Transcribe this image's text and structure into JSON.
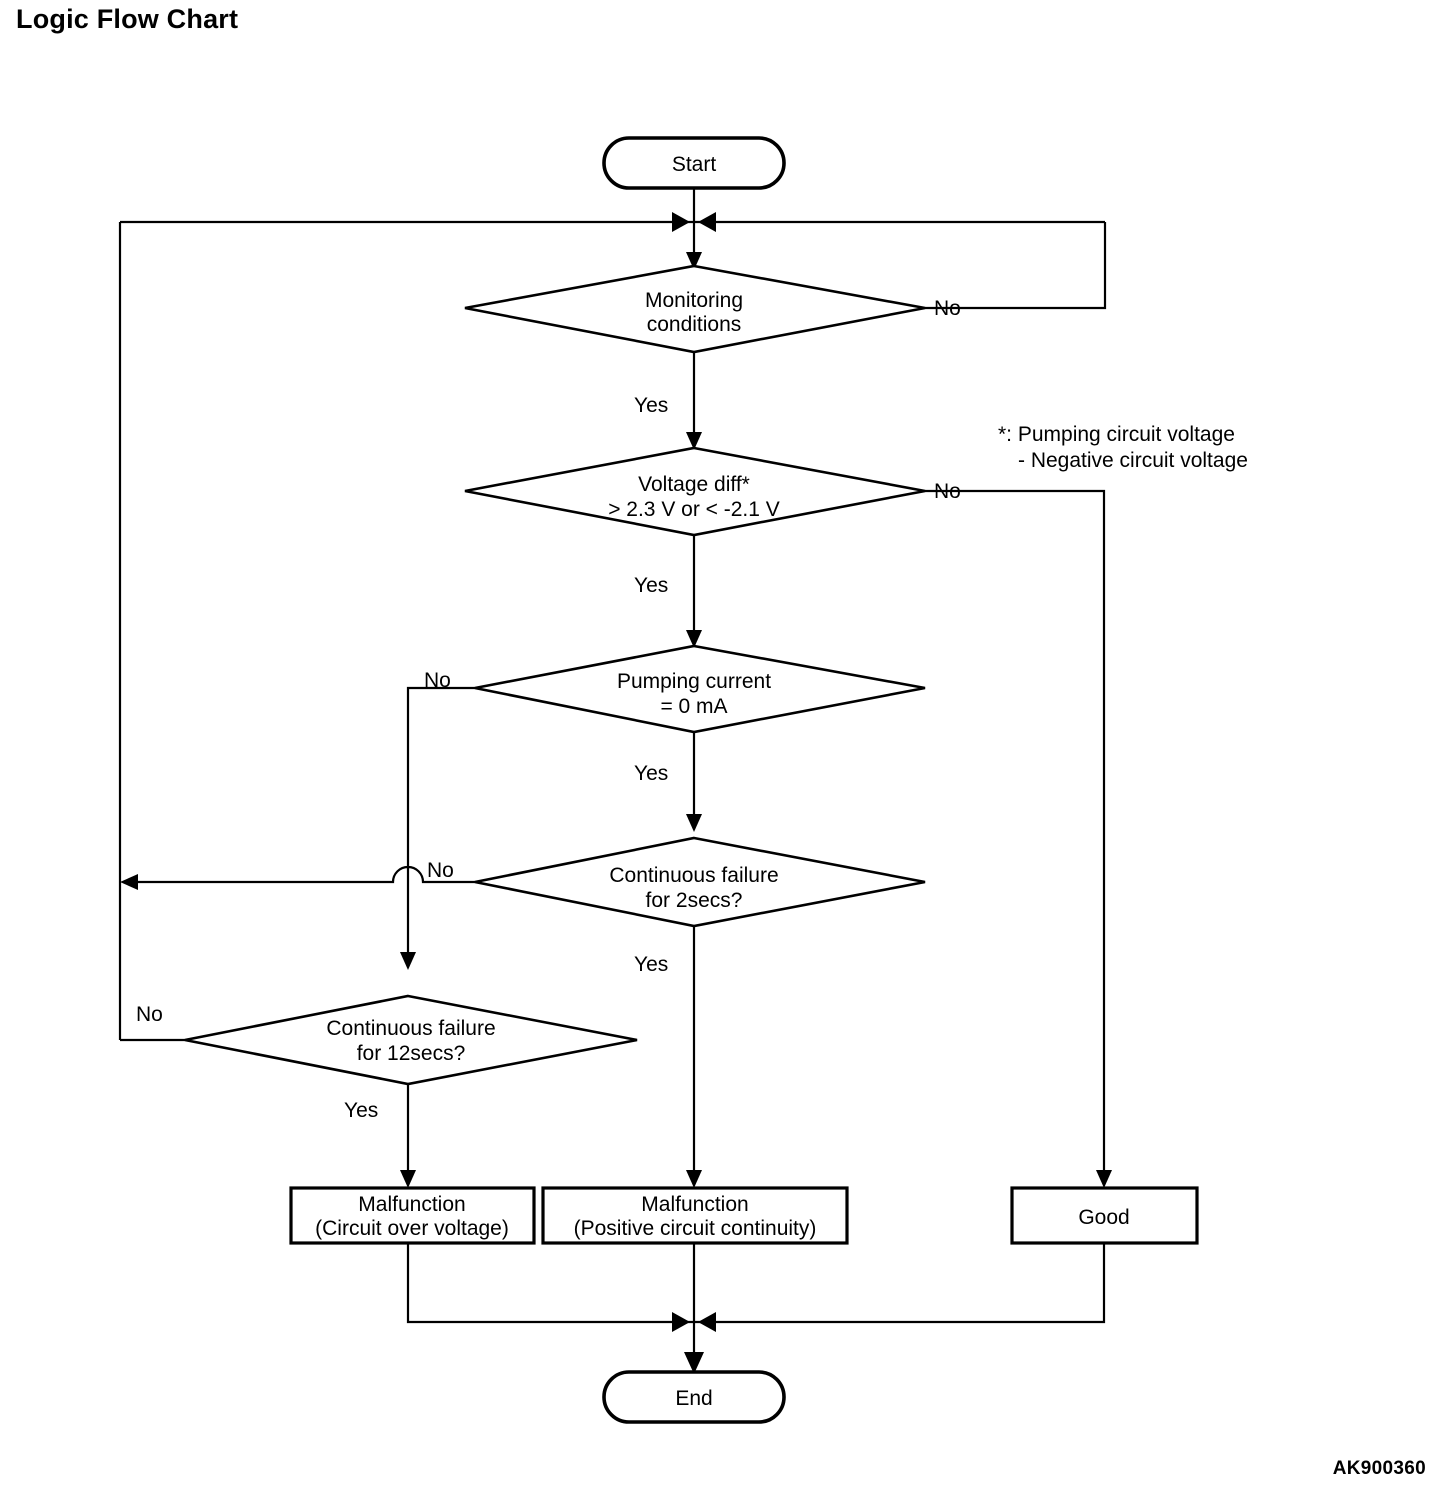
{
  "page": {
    "title": "Logic Flow Chart",
    "figure_id": "AK900360",
    "background_color": "#ffffff",
    "line_color": "#000000"
  },
  "note": {
    "line1": "*: Pumping circuit voltage",
    "line2": "- Negative circuit voltage"
  },
  "chart_data": {
    "type": "diagram",
    "diagram_kind": "flowchart",
    "title": "Logic Flow Chart",
    "nodes": [
      {
        "id": "start",
        "shape": "terminator",
        "label": "Start"
      },
      {
        "id": "monitoring",
        "shape": "decision",
        "label_line1": "Monitoring",
        "label_line2": "conditions"
      },
      {
        "id": "voltagediff",
        "shape": "decision",
        "label_line1": "Voltage diff*",
        "label_line2": "> 2.3 V or < -2.1 V"
      },
      {
        "id": "pumpcurrent",
        "shape": "decision",
        "label_line1": "Pumping current",
        "label_line2": "= 0 mA"
      },
      {
        "id": "fail2secs",
        "shape": "decision",
        "label_line1": "Continuous failure",
        "label_line2": "for 2secs?"
      },
      {
        "id": "fail12secs",
        "shape": "decision",
        "label_line1": "Continuous failure",
        "label_line2": "for 12secs?"
      },
      {
        "id": "malfunc-ov",
        "shape": "process",
        "label_line1": "Malfunction",
        "label_line2": "(Circuit over voltage)"
      },
      {
        "id": "malfunc-pc",
        "shape": "process",
        "label_line1": "Malfunction",
        "label_line2": "(Positive circuit continuity)"
      },
      {
        "id": "good",
        "shape": "process",
        "label": "Good"
      },
      {
        "id": "end",
        "shape": "terminator",
        "label": "End"
      }
    ],
    "edges": [
      {
        "from": "start",
        "to": "monitoring",
        "label": ""
      },
      {
        "from": "monitoring",
        "to": "start-merge",
        "label": "No"
      },
      {
        "from": "monitoring",
        "to": "voltagediff",
        "label": "Yes"
      },
      {
        "from": "voltagediff",
        "to": "good",
        "label": "No"
      },
      {
        "from": "voltagediff",
        "to": "pumpcurrent",
        "label": "Yes"
      },
      {
        "from": "pumpcurrent",
        "to": "fail12secs",
        "label": "No"
      },
      {
        "from": "pumpcurrent",
        "to": "fail2secs",
        "label": "Yes"
      },
      {
        "from": "fail2secs",
        "to": "start-merge",
        "label": "No"
      },
      {
        "from": "fail2secs",
        "to": "malfunc-pc",
        "label": "Yes"
      },
      {
        "from": "fail12secs",
        "to": "start-merge",
        "label": "No"
      },
      {
        "from": "fail12secs",
        "to": "malfunc-ov",
        "label": "Yes"
      },
      {
        "from": "malfunc-ov",
        "to": "end",
        "label": ""
      },
      {
        "from": "malfunc-pc",
        "to": "end",
        "label": ""
      },
      {
        "from": "good",
        "to": "end",
        "label": ""
      }
    ],
    "edge_labels": {
      "monitoring_no": "No",
      "monitoring_yes": "Yes",
      "voltagediff_no": "No",
      "voltagediff_yes": "Yes",
      "pumpcurrent_no": "No",
      "pumpcurrent_yes": "Yes",
      "fail2secs_no": "No",
      "fail2secs_yes": "Yes",
      "fail12secs_no": "No",
      "fail12secs_yes": "Yes"
    },
    "annotation": "*: Pumping circuit voltage - Negative circuit voltage"
  }
}
